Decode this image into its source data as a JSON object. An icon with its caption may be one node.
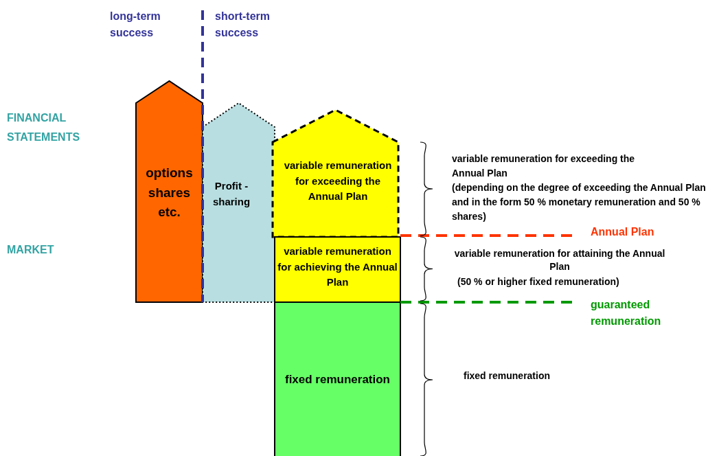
{
  "diagram": {
    "nodes": [
      {
        "text": [
          "options shares etc."
        ]
      },
      {
        "text": [
          "Profit - sharing"
        ]
      },
      {
        "text": [
          "variable remuneration for exceeding the Annual Plan"
        ]
      },
      {
        "text": [
          "variable remuneration for achieving the Annual Plan"
        ]
      },
      {
        "text": [
          "fixed remuneration"
        ]
      }
    ],
    "labels": [
      "long-term success",
      "short-term success",
      "FINANCIAL STATEMENTS",
      "MARKET",
      "variable remuneration for exceeding the Annual Plan",
      "(depending on the degree of exceeding the Annual Plan and in the form 50 % monetary remuneration and 50 % shares)",
      "Annual Plan",
      "variable remuneration for attaining the Annual Plan",
      "(50 % or higher fixed remuneration)",
      "guaranteed remuneration",
      "fixed remuneration"
    ]
  }
}
